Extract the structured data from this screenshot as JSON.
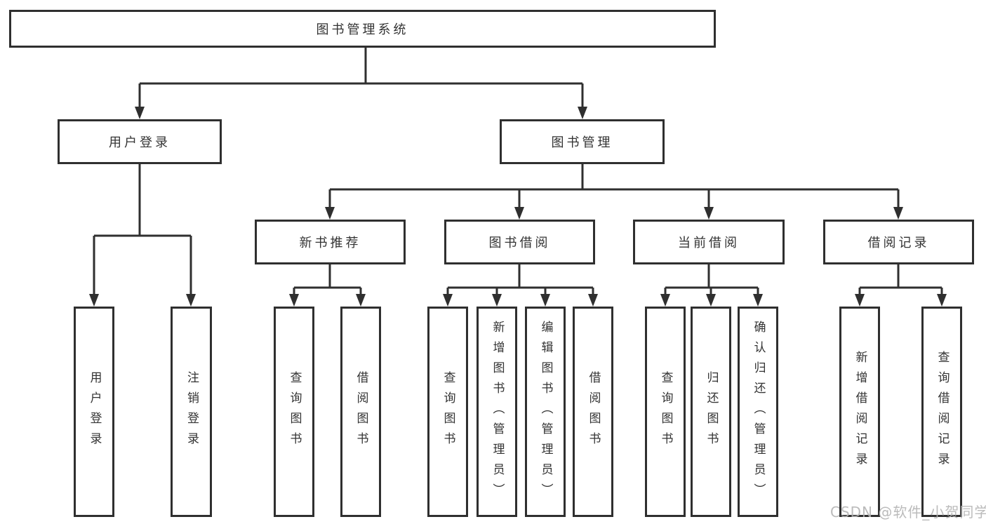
{
  "tree": {
    "root": "图书管理系统",
    "branches": [
      {
        "label": "用户登录",
        "children": [
          "用户登录",
          "注销登录"
        ]
      },
      {
        "label": "图书管理",
        "groups": [
          {
            "label": "新书推荐",
            "children": [
              "查询图书",
              "借阅图书"
            ]
          },
          {
            "label": "图书借阅",
            "children": [
              "查询图书",
              "新增图书（管理员）",
              "编辑图书（管理员）",
              "借阅图书"
            ]
          },
          {
            "label": "当前借阅",
            "children": [
              "查询图书",
              "归还图书",
              "确认归还（管理员）"
            ]
          },
          {
            "label": "借阅记录",
            "children": [
              "新增借阅记录",
              "查询借阅记录"
            ]
          }
        ]
      }
    ]
  },
  "watermark": {
    "text": "CSDN @软件_小贺同学"
  },
  "colors": {
    "line": "#2f2f2f",
    "text": "#333333",
    "background": "#ffffff",
    "watermark": "#b2b2b2"
  }
}
